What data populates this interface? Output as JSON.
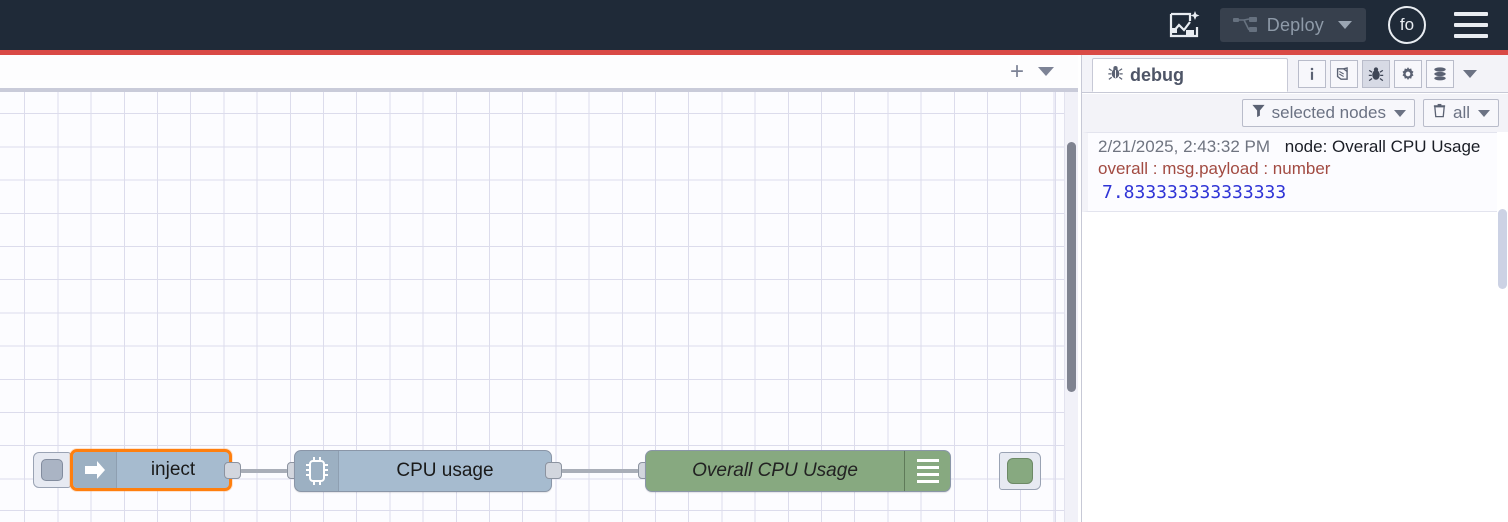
{
  "header": {
    "ai_icon": "flow-sparkle-icon",
    "deploy_label": "Deploy",
    "deploy_icon": "deploy-flow-icon",
    "deploy_caret_icon": "chevron-down-icon",
    "avatar_initials": "fo",
    "menu_icon": "hamburger-menu-icon",
    "accent_color": "#d94a46",
    "background_color": "#1f2a38"
  },
  "workspace": {
    "tabbar": {
      "add_label": "+",
      "add_icon": "plus-icon",
      "menu_icon": "chevron-down-icon"
    },
    "nodes": [
      {
        "id": "inject",
        "label": "inject",
        "icon": "inject-arrow-icon",
        "color": "#a6bbcf",
        "selected": true,
        "has_left_button": true
      },
      {
        "id": "cpu",
        "label": "CPU usage",
        "icon": "cpu-chip-icon",
        "color": "#a6bbcf",
        "selected": false
      },
      {
        "id": "debug",
        "label": "Overall CPU Usage",
        "icon": "debug-lines-icon",
        "color": "#87a980",
        "selected": false,
        "has_right_button": true,
        "italic": true
      }
    ]
  },
  "sidebar": {
    "tab": {
      "label": "debug",
      "icon": "bug-icon",
      "active": true
    },
    "tools": [
      {
        "name": "info-icon",
        "glyph": "i",
        "active": false
      },
      {
        "name": "help-book-icon",
        "glyph": "book",
        "active": false
      },
      {
        "name": "debug-bug-icon",
        "glyph": "bug",
        "active": true
      },
      {
        "name": "config-gear-icon",
        "glyph": "gear",
        "active": false
      },
      {
        "name": "context-data-icon",
        "glyph": "stack",
        "active": false
      }
    ],
    "tools_caret_icon": "chevron-down-icon",
    "filters": [
      {
        "name": "node-filter",
        "icon": "funnel-icon",
        "label": "selected nodes"
      },
      {
        "name": "clear-filter",
        "icon": "trash-icon",
        "label": "all"
      }
    ],
    "messages": [
      {
        "timestamp": "2/21/2025, 2:43:32 PM",
        "node": "node: Overall CPU Usage",
        "topic": "overall : msg.payload : number",
        "value": "7.833333333333333"
      }
    ]
  }
}
